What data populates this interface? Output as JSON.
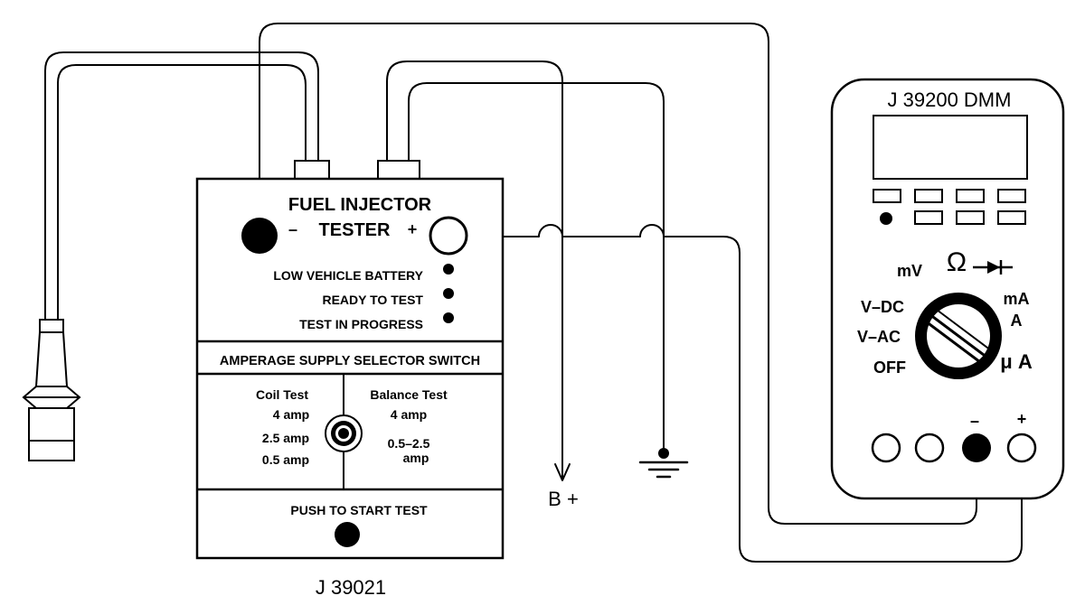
{
  "tester": {
    "title_line1": "FUEL INJECTOR",
    "title_line2": "TESTER",
    "minus": "–",
    "plus": "+",
    "indicators": [
      {
        "label": "LOW VEHICLE BATTERY"
      },
      {
        "label": "READY TO TEST"
      },
      {
        "label": "TEST IN PROGRESS"
      }
    ],
    "selector_title": "AMPERAGE SUPPLY SELECTOR SWITCH",
    "coil": {
      "heading": "Coil Test",
      "values": [
        "4 amp",
        "2.5 amp",
        "0.5 amp"
      ]
    },
    "balance": {
      "heading": "Balance Test",
      "values": [
        "4 amp",
        "0.5–2.5",
        "amp"
      ]
    },
    "push_label": "PUSH TO START TEST",
    "model": "J 39021"
  },
  "supply": {
    "battery_label": "B +"
  },
  "dmm": {
    "title": "J 39200 DMM",
    "dial": {
      "mv": "mV",
      "ohm": "Ω",
      "vdc": "V–DC",
      "vac": "V–AC",
      "off": "OFF",
      "ma": "mA",
      "a": "A",
      "ua": "μ A"
    },
    "minus": "–",
    "plus": "+"
  }
}
